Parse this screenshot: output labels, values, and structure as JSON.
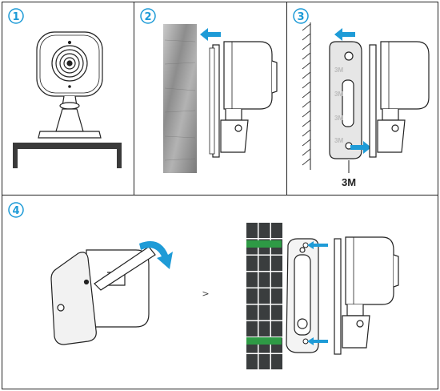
{
  "steps": [
    {
      "number": "1"
    },
    {
      "number": "2"
    },
    {
      "number": "3"
    },
    {
      "number": "4"
    }
  ],
  "labels": {
    "adhesive": "3M",
    "transition": ">"
  },
  "colors": {
    "accent": "#1e9bd7",
    "wall_green": "#2e9a45",
    "tile_dark": "#3a3d3e",
    "outline": "#222222"
  },
  "icons": [
    "camera-icon",
    "arrow-left-icon",
    "arrow-right-icon",
    "rotate-arrow-icon",
    "screw-icon"
  ]
}
